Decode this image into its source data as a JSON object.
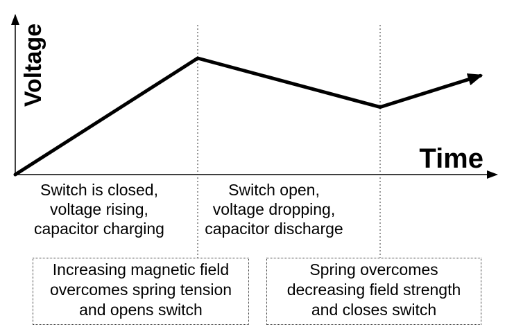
{
  "axes": {
    "y_label": "Voltage",
    "x_label": "Time"
  },
  "curve": {
    "points": [
      {
        "t": 0,
        "v": 0
      },
      {
        "t": 1,
        "v": 1
      },
      {
        "t": 2,
        "v": 0.58
      },
      {
        "t": 2.55,
        "v": 0.85
      }
    ],
    "markers_at_t": [
      1,
      2
    ]
  },
  "phases": [
    {
      "lines": [
        "Switch is closed,",
        "voltage rising,",
        "capacitor charging"
      ]
    },
    {
      "lines": [
        "Switch open,",
        "voltage dropping,",
        "capacitor discharge"
      ]
    }
  ],
  "notes": [
    {
      "lines": [
        "Increasing magnetic field",
        "overcomes spring tension",
        "and opens switch"
      ]
    },
    {
      "lines": [
        "Spring overcomes",
        "decreasing field strength",
        "and closes switch"
      ]
    }
  ],
  "colors": {
    "line": "#000000",
    "background": "#ffffff"
  }
}
